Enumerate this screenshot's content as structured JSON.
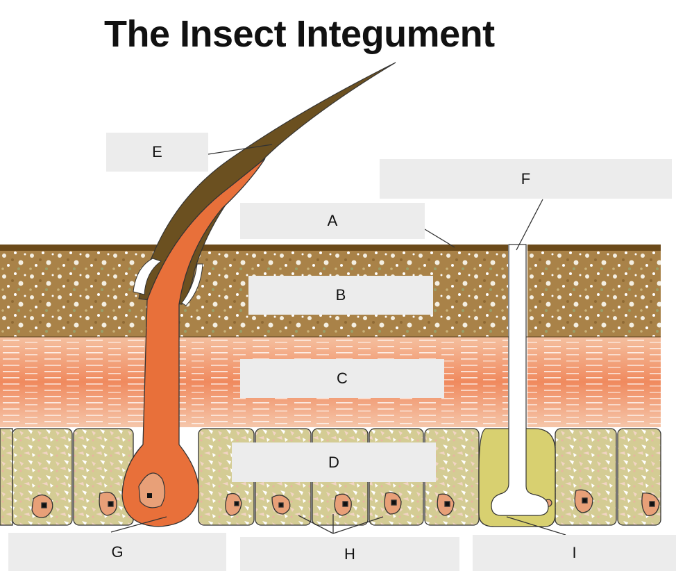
{
  "title": "The Insect Integument",
  "labels": {
    "A": "A",
    "B": "B",
    "C": "C",
    "D": "D",
    "E": "E",
    "F": "F",
    "G": "G",
    "H": "H",
    "I": "I"
  },
  "colors": {
    "epicuticle": "#6b4a1a",
    "exocuticle": "#a07a3a",
    "endocuticle": "#f0a07a",
    "epidermis": "#d8c89a",
    "hair_seta": "#e8703a",
    "hair_outer": "#6b5020",
    "gland_cell": "#d8d070",
    "label_box": "#ececec"
  }
}
